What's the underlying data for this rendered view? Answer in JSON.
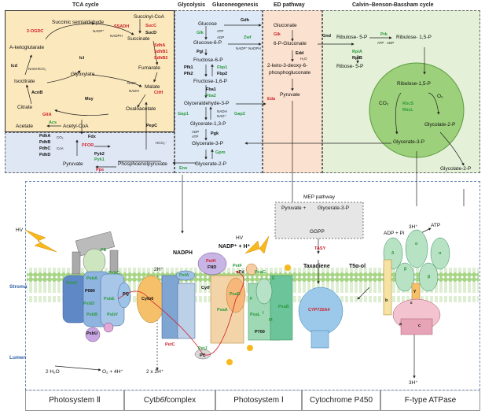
{
  "panels": {
    "tca": "TCA cycle",
    "glycolysis": "Glycolysis",
    "gluconeogenesis": "Gluconeogenesis",
    "ed": "ED pathway",
    "calvin": "Calvin–Benson-Bassham cycle",
    "mep": "MEP pathway"
  },
  "tca": {
    "succ_semi": "Succinic semialdehyde",
    "succ_coa": "Succinyl-CoA",
    "ogdc": "2-OGDC",
    "ssadh": "SSADH",
    "sucC": "SucC",
    "sucD": "SucD",
    "nadph": "NADPH",
    "nadp": "NADP⁺",
    "succinate": "Succinate",
    "akg": "A-ketoglutarate",
    "sdhA": "SdhA",
    "sdhB1": "SdhB1",
    "sdhB2": "SdhB2",
    "icd": "Icd",
    "nadh_co2": "NADH/CO₂",
    "fumarate": "Fumarate",
    "glyoxylate": "Glyoxylate",
    "isocitrate": "Isocitrate",
    "icl": "Icl",
    "acnB": "AcnB",
    "msy": "Msy",
    "malate": "Malate",
    "citH": "CitH",
    "oxaloacetate": "Oxaloacetate",
    "nadh": "NADH",
    "nad": "NAD⁺",
    "citrate": "Citrate",
    "glta": "GltA",
    "acetate": "Acetate",
    "acs": "Acs",
    "acetyl_coa": "Acetyl-CoA",
    "pdhA": "PdhA",
    "pdhB": "PdhB",
    "pdhC": "PdhC",
    "pdhD": "PdhD",
    "co2": "CO₂",
    "coa": "CoA",
    "fdx": "Fdx",
    "pforr": "PFOR",
    "pyruvate": "Pyruvate",
    "pyk2": "Pyk2",
    "pyk1": "Pyk1",
    "pps": "Pps",
    "pep": "Phosphoenolpyruvate",
    "pepc": "PepC",
    "hco3": "HCO₃⁻"
  },
  "glyco": {
    "glucose": "Glucose",
    "glk": "Glk",
    "atp": "ATP",
    "adp": "ADP",
    "g6p": "Glucose-6-P",
    "pgi": "Pgi",
    "f6p": "Fructose-6-P",
    "pfk1": "Pfk1",
    "pfk2": "Pfk2",
    "fbp1": "Fbp1",
    "fbp2": "Fbp2",
    "f16p": "Fructose-1,6-P",
    "fba1": "Fba1",
    "fba2": "Fba2",
    "g3p": "Glyceraldehyde-3-P",
    "gap1": "Gap1",
    "gap2": "Gap2",
    "g13p": "Glycerate-1,3-P",
    "pgk": "Pgk",
    "glyc3p": "Glycerate-3-P",
    "gpm": "Gpm",
    "eno": "Eno",
    "glyc2p": "Glycerate-2-P",
    "nadh": "NADH",
    "nad": "NAD⁺",
    "nadph": "NADPH",
    "nadp": "NADP⁺"
  },
  "ed": {
    "gluconate": "Gluconate",
    "gdh": "Gdh",
    "glk": "Glk",
    "zwf": "Zwf",
    "p6g": "6-P-Gluconate",
    "edd": "Edd",
    "h2o": "H₂O",
    "kdpg1": "2-keto-3-deoxy-6-",
    "kdpg2": "phosphogluconate",
    "eda": "Eda",
    "pyruvate": "Pyruvate"
  },
  "calvin": {
    "gnd": "Gnd",
    "ribulose5p": "Ribulose- 5-P",
    "prk": "Prk",
    "ribulose15p_top": "Ribulose- 1,5-P",
    "rpia": "RpiA",
    "rpib": "RpiB",
    "ribose5p": "Ribose- 5-P",
    "ribulose15p": "Ribulose-1,5-P",
    "co2": "CO₂",
    "o2": "O₂",
    "rbcs": "RbcS",
    "rbcl": "RbcL",
    "glycolate2p": "Glycolate-2-P",
    "glycerate3p": "Glycerate-3-P",
    "glycolate2p_out": "Glycolate-2-P",
    "atp": "ATP",
    "adp": "ADP"
  },
  "mep": {
    "pyruvate": "Pyruvate +",
    "g3p": "Glycerate-3-P",
    "ggpp": "GGPP",
    "tasy": "TASY",
    "taxadiene": "Taxadiene",
    "t5a": "T5α-ol",
    "cyp": "CYP725A4"
  },
  "membrane": {
    "hv1": "HV",
    "hv2": "HV",
    "stroma": "Stroma",
    "lumen": "Lumen",
    "nadph": "NADPH",
    "nadp_h": "NADP⁺ + H⁺",
    "adp_pi": "ADP + Pi",
    "atp": "ATP",
    "h_top": "3H⁺",
    "h_bottom": "3H⁺",
    "twoH": "2H⁺",
    "h2o": "2 H₂O",
    "o2": "O₂ + 4H⁺",
    "two_x_2h": "2 x 2H⁺",
    "psii": [
      "PE",
      "PsbO",
      "PsbA",
      "PsbC",
      "PsbD",
      "PsbB",
      "PsbE",
      "PsbV",
      "PsbU",
      "P680",
      "PQ"
    ],
    "cytb6": "Cytb6",
    "peta": "PetA",
    "cytf": "Cytf",
    "petc": "PetC",
    "petj": "PetJ",
    "pc": "PC",
    "petH": "PetH",
    "fnd": "FND",
    "petF": "PetF",
    "fd": "Fd",
    "psaD": "PsaD",
    "psaC": "PsaC",
    "psaE": "E",
    "psaA": "PsaA",
    "psaL": "PsaL",
    "psaB": "PsaB",
    "psaF": "F",
    "psaI": "I",
    "psaM": "M",
    "p700": "P700",
    "alpha": "α",
    "beta": "β",
    "delta": "δ",
    "gamma": "γ",
    "epsilon": "ε",
    "b": "b",
    "a": "a",
    "c": "c"
  },
  "bottom": {
    "psii": "Photosystem Ⅱ",
    "cyt_pre": "Cyt ",
    "cyt_it": "b6f",
    "cyt_post": " complex",
    "psi": "Photosystem Ⅰ",
    "p450": "Cytochrome P450",
    "atpase": "F-type ATPase"
  }
}
